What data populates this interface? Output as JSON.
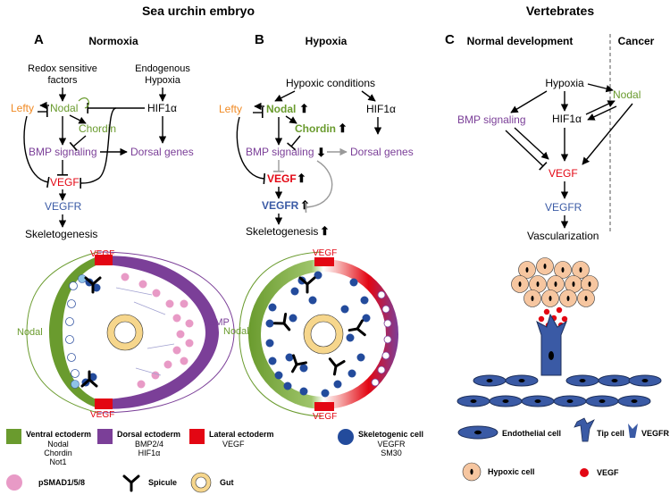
{
  "colors": {
    "green": "#6a9b2e",
    "purple": "#7b3f98",
    "red": "#e30613",
    "blue": "#3a5aa5",
    "orange": "#f08a24",
    "skeleton_blue": "#234b9c",
    "pink": "#e89ac6",
    "gut": "#f6d68c",
    "light_blue": "#8fc3e8",
    "hypoxic": "#f6c6a0"
  },
  "titles": {
    "sea_urchin": "Sea urchin embryo",
    "vertebrates": "Vertebrates"
  },
  "panel_a": {
    "letter": "A",
    "title": "Normoxia",
    "redox_1": "Redox sensitive",
    "redox_2": "factors",
    "endog_1": "Endogenous",
    "endog_2": "Hypoxia",
    "lefty": "Lefty",
    "nodal": "Nodal",
    "chordin": "Chordin",
    "hif": "HIF1α",
    "bmp": "BMP signaling",
    "dorsal": "Dorsal genes",
    "vegf": "VEGF",
    "vegfr": "VEGFR",
    "skel": "Skeletogenesis",
    "emb_vegf_top": "VEGF",
    "emb_vegf_bottom": "VEGF",
    "emb_nodal": "Nodal",
    "emb_bmp": "BMP"
  },
  "panel_b": {
    "letter": "B",
    "title": "Hypoxia",
    "hyp": "Hypoxic conditions",
    "lefty": "Lefty",
    "nodal": "Nodal",
    "chordin": "Chordin",
    "hif": "HIF1α",
    "bmp": "BMP signaling",
    "dorsal": "Dorsal genes",
    "vegf": "VEGF",
    "vegfr": "VEGFR",
    "skel": "Skeletogenesis",
    "emb_vegf_top": "VEGF",
    "emb_vegf_bottom": "VEGF",
    "emb_nodal": "Nodal"
  },
  "panel_c": {
    "letter": "C",
    "normal": "Normal development",
    "cancer": "Cancer",
    "hypoxia": "Hypoxia",
    "nodal": "Nodal",
    "bmp": "BMP signaling",
    "hif": "HIF1α",
    "vegf": "VEGF",
    "vegfr": "VEGFR",
    "vasc": "Vascularization"
  },
  "legend": {
    "ventral": "Ventral ectoderm",
    "ventral_genes": [
      "Nodal",
      "Chordin",
      "Not1"
    ],
    "dorsal": "Dorsal ectoderm",
    "dorsal_genes": [
      "BMP2/4",
      "HIF1α"
    ],
    "lateral": "Lateral ectoderm",
    "lateral_genes": [
      "VEGF"
    ],
    "skeleto": "Skeletogenic cell",
    "skeleto_genes": [
      "VEGFR",
      "SM30"
    ],
    "psmad": "pSMAD1/5/8",
    "spicule": "Spicule",
    "gut": "Gut",
    "endothelial": "Endothelial cell",
    "tip": "Tip cell",
    "vegfr": "VEGFR",
    "hypoxic": "Hypoxic cell",
    "vegf": "VEGF"
  }
}
